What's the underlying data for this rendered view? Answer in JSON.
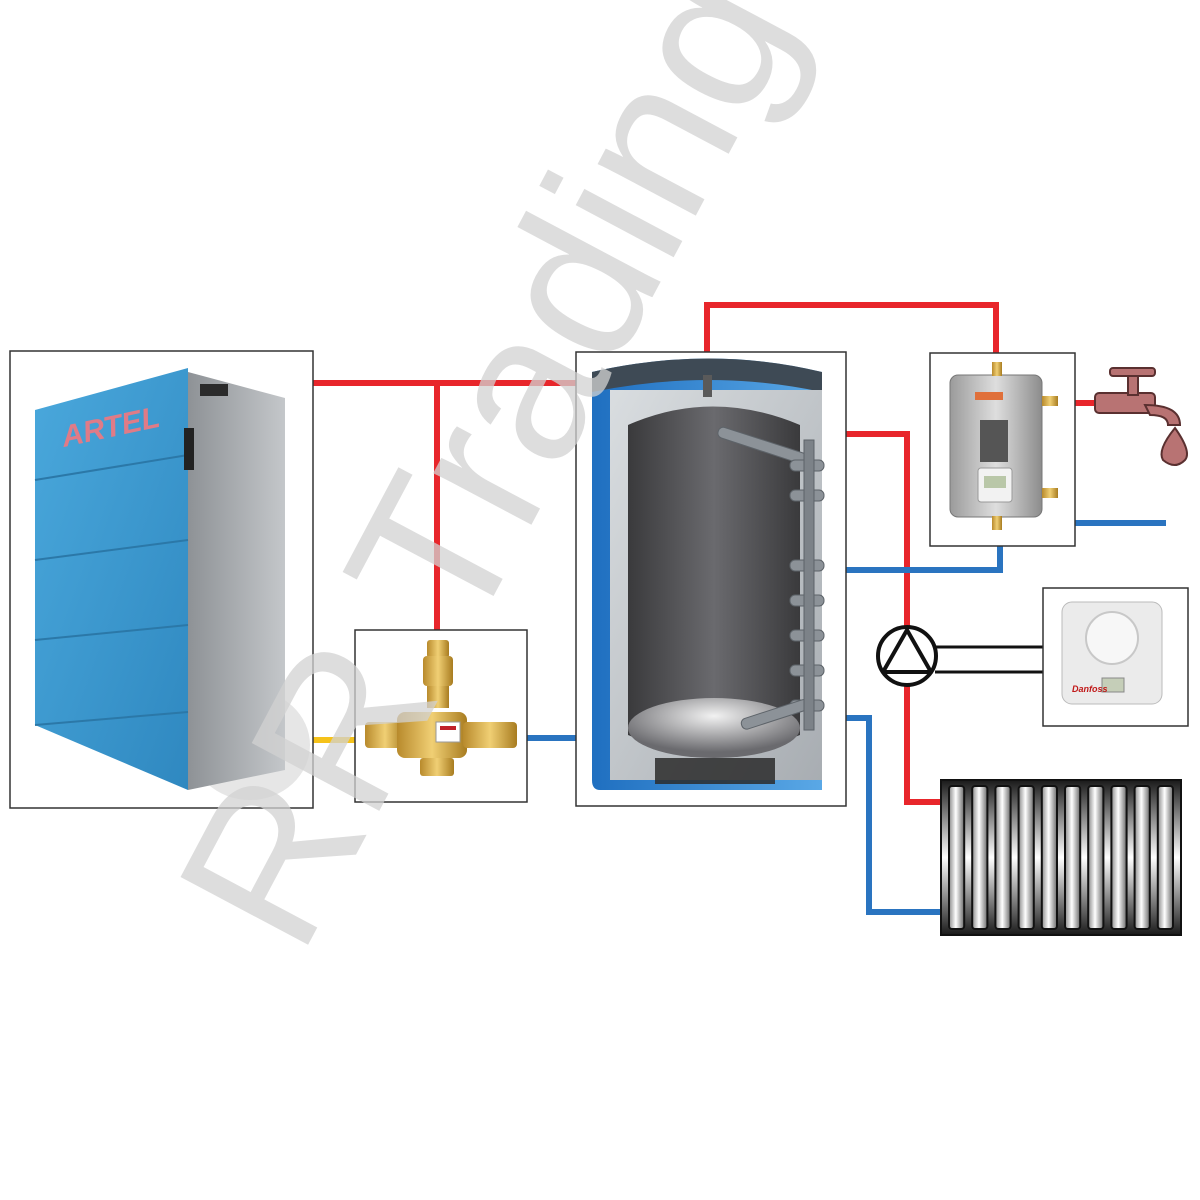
{
  "colors": {
    "hot_pipe": "#e8262b",
    "cold_pipe": "#2a74c0",
    "feed_pipe": "#f5c21a",
    "signal_line": "#111111",
    "frame": "#333333",
    "boiler_blue": "#3b9bd0",
    "tank_blue": "#2b7dd0",
    "faucet": "#b87373",
    "watermark": "#d2d2d2"
  },
  "boiler": {
    "brand": "ARTEL"
  },
  "tank": {},
  "valve": {},
  "water_heater": {},
  "pump": {},
  "thermostat": {
    "brand": "Danfoss"
  },
  "radiator": {
    "sections": 10
  },
  "faucet": {},
  "watermark": {
    "text": "RR Trading"
  }
}
